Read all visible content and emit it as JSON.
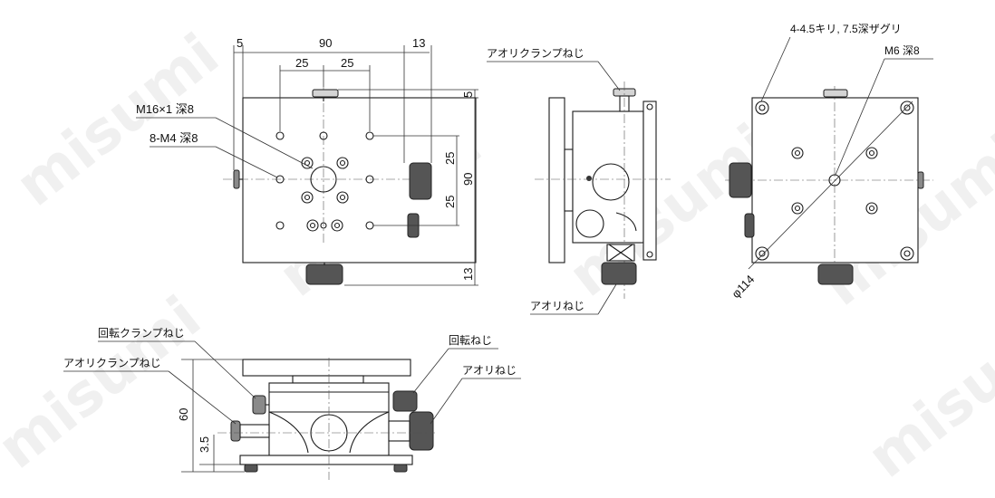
{
  "watermark": "misumi",
  "top_view": {
    "dims": {
      "d5": "5",
      "d90": "90",
      "d13": "13",
      "d25a": "25",
      "d25b": "25",
      "r5": "5",
      "r25a": "25",
      "r25b": "25",
      "r90": "90",
      "r13": "13"
    },
    "callouts": {
      "m16": "M16×1 深8",
      "m4": "8-M4 深8"
    }
  },
  "side_view": {
    "callouts": {
      "tilt_clamp": "アオリクランプねじ",
      "tilt_screw": "アオリねじ"
    }
  },
  "bottom_view": {
    "callouts": {
      "holes": "4-4.5キリ, 7.5深ザグリ",
      "m6": "M6 深8",
      "dia": "φ114"
    }
  },
  "front_view": {
    "dims": {
      "h60": "60",
      "h35": "3.5"
    },
    "callouts": {
      "rot_clamp": "回転クランプねじ",
      "tilt_clamp": "アオリクランプねじ",
      "rot_screw": "回転ねじ",
      "tilt_screw": "アオリねじ"
    }
  }
}
